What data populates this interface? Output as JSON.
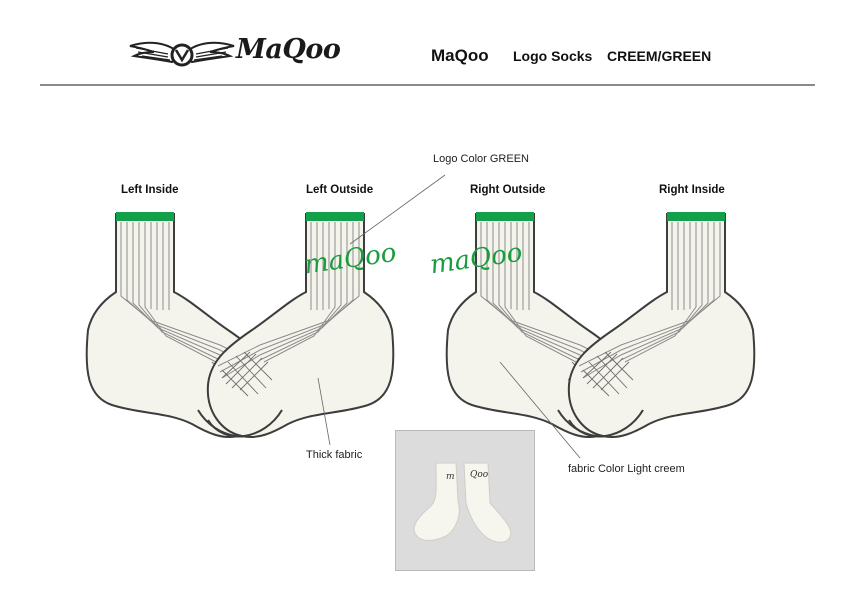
{
  "header": {
    "brand_logo": "MaQoo",
    "brand": "MaQoo",
    "item": "Logo Socks",
    "colorway": "CREEM/GREEN"
  },
  "views": {
    "left_inside": "Left Inside",
    "left_outside": "Left Outside",
    "right_outside": "Right Outside",
    "right_inside": "Right Inside"
  },
  "annotations": {
    "logo_color": "Logo Color GREEN",
    "thick_fabric": "Thick fabric",
    "fabric_color": "fabric Color Light creem"
  },
  "sock_logo_text": "maQoo",
  "colors": {
    "cuff_green": "#12a04a",
    "logo_green": "#1b9a3f",
    "fabric_cream": "#f5f4ec",
    "outline": "#4a4a4a"
  }
}
